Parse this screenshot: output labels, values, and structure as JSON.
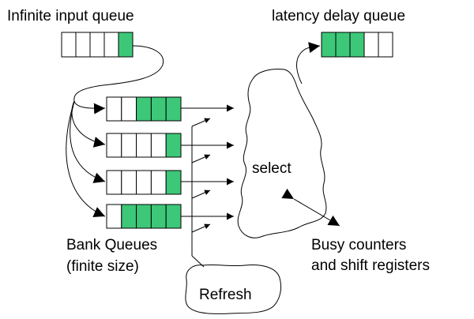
{
  "labels": {
    "input_queue": "Infinite input queue",
    "latency_queue": "latency delay queue",
    "select": "select",
    "bank_queues_line1": "Bank Queues",
    "bank_queues_line2": "(finite size)",
    "busy_line1": "Busy counters",
    "busy_line2": "and shift registers",
    "refresh": "Refresh"
  },
  "queues": {
    "input": {
      "cells": 5,
      "filled": 1,
      "fill_from": "right"
    },
    "latency": {
      "cells": 5,
      "filled": 3,
      "fill_from": "left"
    },
    "banks": [
      {
        "cells": 5,
        "filled": 3,
        "fill_from": "right"
      },
      {
        "cells": 5,
        "filled": 1,
        "fill_from": "right"
      },
      {
        "cells": 5,
        "filled": 1,
        "fill_from": "right"
      },
      {
        "cells": 5,
        "filled": 4,
        "fill_from": "right"
      }
    ]
  },
  "colors": {
    "filled": "#3cc878",
    "empty": "#ffffff",
    "stroke": "#000000"
  }
}
